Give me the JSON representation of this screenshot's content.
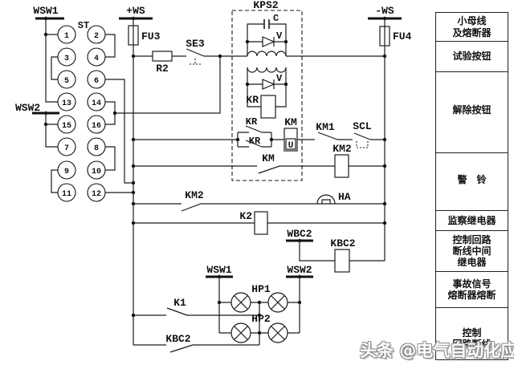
{
  "title": "control-signal-circuit-schematic",
  "terminals": {
    "wsw1_top": "WSW1",
    "ws_plus": "+WS",
    "ws_minus": "-WS",
    "wsw2_left": "WSW2",
    "wbc2": "WBC2",
    "wsw1_bottom": "WSW1",
    "wsw2_bottom": "WSW2"
  },
  "st": {
    "label": "ST",
    "numbers": [
      "1",
      "2",
      "3",
      "4",
      "5",
      "6",
      "13",
      "14",
      "15",
      "16",
      "7",
      "8",
      "9",
      "10",
      "11",
      "12"
    ]
  },
  "labels": {
    "kps2": "KPS2",
    "fu3": "FU3",
    "fu4": "FU4",
    "r2": "R2",
    "se3": "SE3",
    "c": "C",
    "v_top": "V",
    "v_mid": "V",
    "kr_coil": "KR",
    "kr_contact_top": "KR",
    "kr_contact_bottom": "KR",
    "km_coil": "KM",
    "u": "U",
    "km1": "KM1",
    "scl": "SCL",
    "km2_coil": "KM2",
    "km_contact": "KM",
    "km2_contact": "KM2",
    "ha": "HA",
    "k2": "K2",
    "kbc2_coil": "KBC2",
    "hp1": "HP1",
    "hp2": "HP2",
    "k1": "K1",
    "kbc2_contact": "KBC2"
  },
  "legend": {
    "rows": [
      {
        "label": "小母线\n及熔断器"
      },
      {
        "label": "试验按钮"
      },
      {
        "label": "解除按钮"
      },
      {
        "label": "警　铃"
      },
      {
        "label": "监察继电器"
      },
      {
        "label": "控制回路\n断线中间\n继电器"
      },
      {
        "label": "事故信号\n熔断器熔断"
      },
      {
        "label": "控制\n回路断线"
      }
    ]
  },
  "watermark": "头条 @电气自动化应用"
}
